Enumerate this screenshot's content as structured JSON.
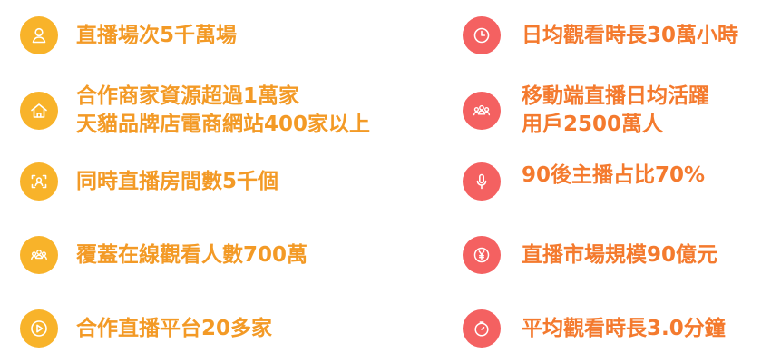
{
  "colors": {
    "left_icon_bg": "#f8b32a",
    "left_text": "#f39a26",
    "right_icon_bg": "#f46161",
    "right_text": "#f47a2e",
    "icon_stroke": "#ffffff"
  },
  "left_items": [
    {
      "icon": "user-icon",
      "lines": [
        "直播場次5千萬場"
      ]
    },
    {
      "icon": "home-icon",
      "lines": [
        "合作商家資源超過1萬家",
        "天貓品牌店電商網站400家以上"
      ]
    },
    {
      "icon": "scan-user-icon",
      "lines": [
        "同時直播房間數5千個"
      ]
    },
    {
      "icon": "people-icon",
      "lines": [
        "覆蓋在線觀看人數700萬"
      ]
    },
    {
      "icon": "play-icon",
      "lines": [
        "合作直播平台20多家"
      ]
    }
  ],
  "right_items": [
    {
      "icon": "clock-icon",
      "lines": [
        "日均觀看時長30萬小時"
      ]
    },
    {
      "icon": "group-icon",
      "lines": [
        "移動端直播日均活躍",
        "用戶2500萬人"
      ]
    },
    {
      "icon": "microphone-icon",
      "lines": [
        "90後主播占比70%"
      ]
    },
    {
      "icon": "yen-icon",
      "lines": [
        "直播市場規模90億元"
      ]
    },
    {
      "icon": "timer-icon",
      "lines": [
        "平均觀看時長3.0分鐘"
      ]
    }
  ]
}
